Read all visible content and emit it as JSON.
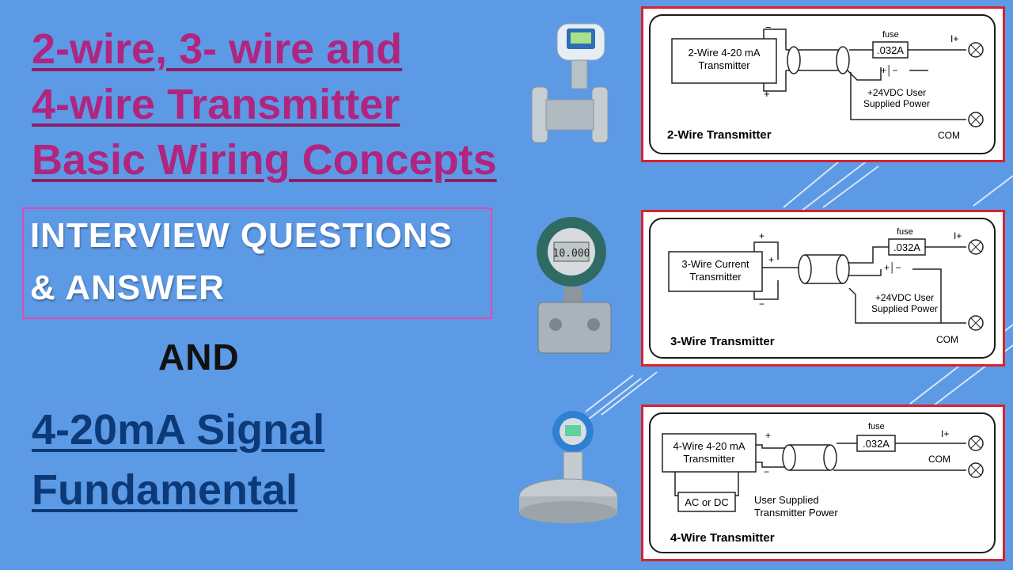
{
  "title": {
    "line1": "2-wire, 3- wire and",
    "line2": "4-wire Transmitter",
    "line3": "Basic Wiring Concepts"
  },
  "interview": {
    "line1": "INTERVIEW QUESTIONS",
    "line2": "& ANSWER"
  },
  "and_label": "AND",
  "signal": {
    "line1": "4-20mA Signal",
    "line2": "Fundamental"
  },
  "colors": {
    "background": "#5d9ae6",
    "title": "#b0257f",
    "signal": "#0c3a78",
    "panel_border": "#d8222e",
    "interview_border": "#e04ab0"
  },
  "diagrams": {
    "two_wire": {
      "caption": "2-Wire Transmitter",
      "box_line1": "2-Wire 4-20 mA",
      "box_line2": "Transmitter",
      "minus": "−",
      "plus": "+",
      "fuse_label": "fuse",
      "fuse_value": ".032A",
      "iplus": "I+",
      "com": "COM",
      "battery_polarity": "+│−",
      "supply_line1": "+24VDC User",
      "supply_line2": "Supplied Power"
    },
    "three_wire": {
      "caption": "3-Wire Transmitter",
      "box_line1": "3-Wire Current",
      "box_line2": "Transmitter",
      "plus": "+",
      "minus": "−",
      "fuse_label": "fuse",
      "fuse_value": ".032A",
      "iplus": "I+",
      "com": "COM",
      "battery_polarity": "+│−",
      "supply_line1": "+24VDC User",
      "supply_line2": "Supplied Power"
    },
    "four_wire": {
      "caption": "4-Wire Transmitter",
      "box_line1": "4-Wire 4-20 mA",
      "box_line2": "Transmitter",
      "plus": "+",
      "minus": "−",
      "fuse_label": "fuse",
      "fuse_value": ".032A",
      "iplus": "I+",
      "com": "COM",
      "acdc": "AC or DC",
      "power_line1": "User Supplied",
      "power_line2": "Transmitter Power"
    }
  },
  "device_images": [
    {
      "icon": "vortex-flowmeter-icon",
      "display": ""
    },
    {
      "icon": "pressure-transmitter-icon",
      "display": "10.000"
    },
    {
      "icon": "level-transmitter-icon",
      "display": ""
    }
  ]
}
